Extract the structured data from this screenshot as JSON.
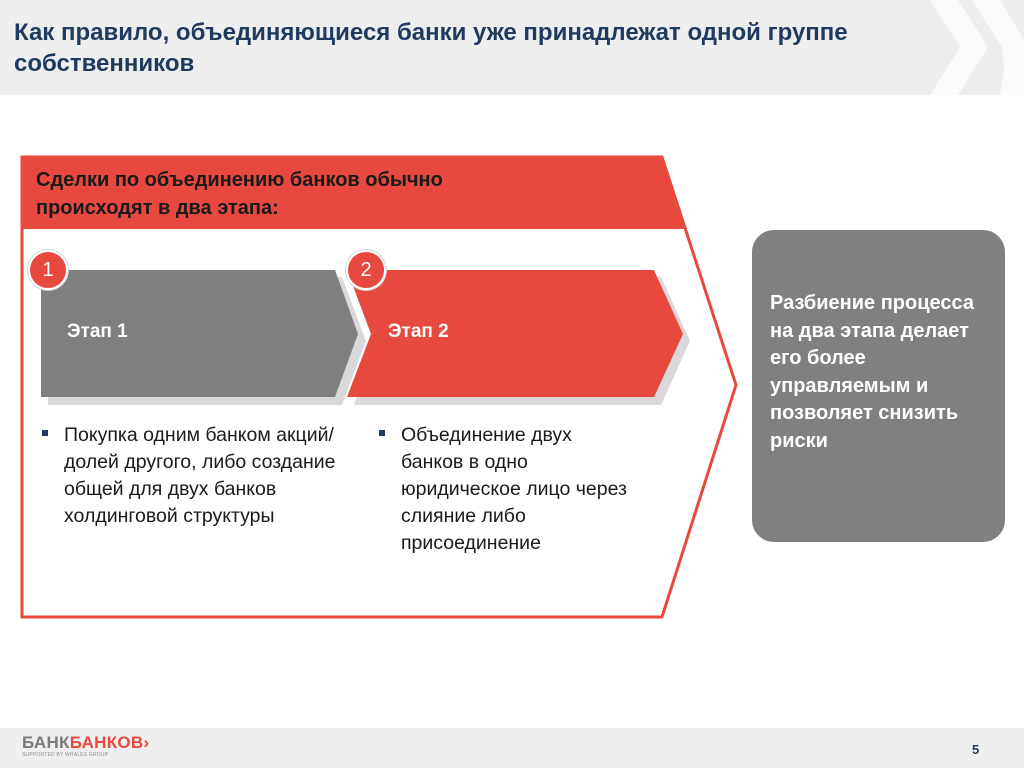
{
  "slide": {
    "title": "Как правило, объединяющиеся банки уже принадлежат одной группе собственников",
    "page_number": "5"
  },
  "frame": {
    "title": "Сделки по объединению банков обычно происходят в два этапа:"
  },
  "stages": [
    {
      "badge": "1",
      "label": "Этап 1",
      "color": "#7f7f7f",
      "description": "Покупка одним банком акций/долей другого, либо создание общей для двух банков холдинговой структуры"
    },
    {
      "badge": "2",
      "label": "Этап 2",
      "color": "#e8493f",
      "description": "Объединение двух банков в одно юридическое лицо через слияние либо присоединение"
    }
  ],
  "callout": {
    "text": "Разбиение процесса на два этапа делает его более управляемым и позволяет снизить риски"
  },
  "logo": {
    "part1": "БАНК",
    "part2": "БАНКОВ",
    "tagline": "SUPPORTED BY WHALES GROUP"
  },
  "colors": {
    "accent_red": "#e8493f",
    "gray": "#7f7f7f",
    "title_navy": "#1f3a5f"
  }
}
